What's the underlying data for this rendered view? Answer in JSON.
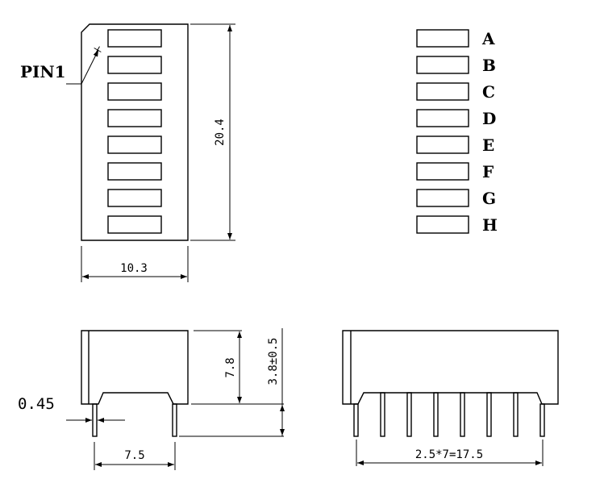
{
  "top_view": {
    "pin1_label": "PIN1",
    "segment_count": 8,
    "height_dim": "20.4",
    "width_dim": "10.3"
  },
  "legend": {
    "labels": [
      "A",
      "B",
      "C",
      "D",
      "E",
      "F",
      "G",
      "H"
    ]
  },
  "side_view": {
    "pin_width_dim": "0.45",
    "body_height_dim": "7.8",
    "pin_length_dim": "3.8±0.5",
    "row_spacing_dim": "7.5"
  },
  "front_view": {
    "pin_count": 8,
    "pitch_dim": "2.5*7=17.5"
  },
  "colors": {
    "line": "#000000",
    "background": "#ffffff"
  }
}
